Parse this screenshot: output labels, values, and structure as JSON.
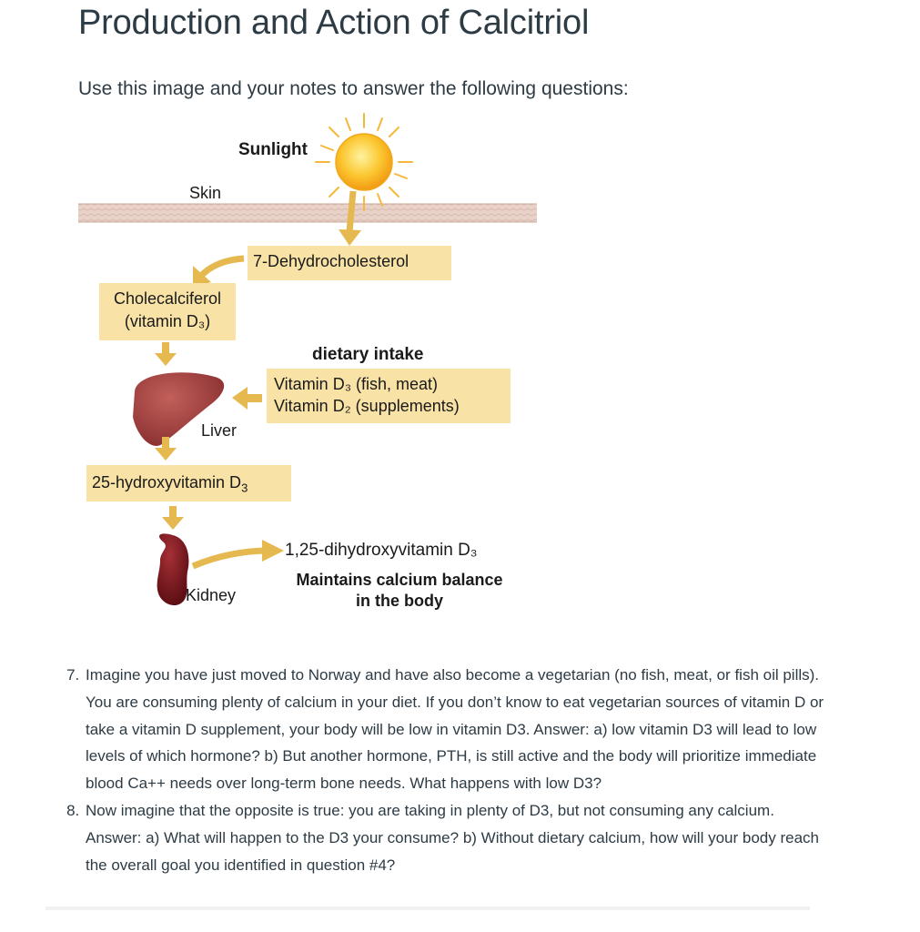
{
  "page": {
    "title": "Production and Action of Calcitriol",
    "subtitle": "Use this image and your notes to answer the following questions:"
  },
  "figure": {
    "sunlight": "Sunlight",
    "skin": "Skin",
    "dehydro": "7-Dehydrocholesterol",
    "chole_line1": "Cholecalciferol",
    "chole_line2": "(vitamin D₃)",
    "dietary_title": "dietary intake",
    "dietary_line1": "Vitamin D₃ (fish, meat)",
    "dietary_line2": "Vitamin D₂ (supplements)",
    "liver": "Liver",
    "hydroxy_text": "25-hydroxyvitamin D",
    "hydroxy_sub": "3",
    "kidney": "Kidney",
    "dihydroxy": "1,25-dihydroxyvitamin D₃",
    "maintains_line1": "Maintains calcium balance",
    "maintains_line2": "in the body",
    "colors": {
      "arrow": "#e5b94f",
      "box": "#f8e2a6",
      "sun": "#fbc52d",
      "liver": "#9b3b3b",
      "kidney": "#7d1a1f",
      "skin": "#e8d2c8"
    }
  },
  "questions": {
    "q7": "Imagine you have just moved to Norway and have also become a vegetarian (no fish, meat, or fish oil pills). You are consuming plenty of calcium in your diet. If you don’t know to eat vegetarian sources of vitamin D or take a vitamin D supplement, your body will be low in vitamin D3. Answer: a) low vitamin D3 will lead to low levels of which hormone? b) But another hormone, PTH, is still active and the body will prioritize immediate blood Ca++ needs over long-term bone needs. What happens with low D3?",
    "q8": "Now imagine that the opposite is true: you are taking in plenty of D3, but not consuming any calcium. Answer: a) What will happen to the D3 your consume? b) Without dietary calcium, how will your body reach the overall goal you identified in question #4?"
  }
}
